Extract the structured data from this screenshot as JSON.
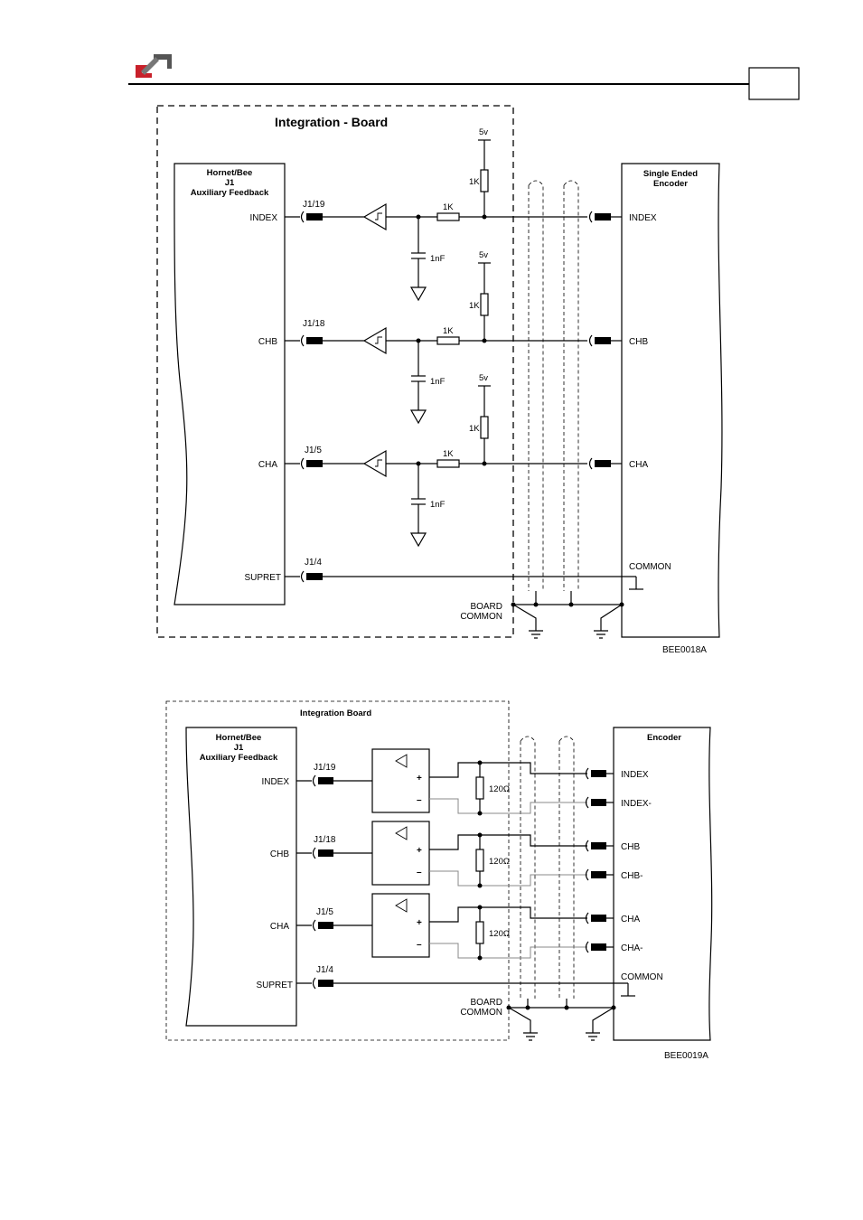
{
  "header": {
    "logo": "company-logo",
    "page_box": ""
  },
  "diagram1": {
    "board_title": "Integration - Board",
    "drive_block": [
      "Hornet/Bee",
      "J1",
      "Auxiliary Feedback"
    ],
    "encoder_block": [
      "Single Ended",
      "Encoder"
    ],
    "signals": [
      {
        "name": "INDEX",
        "pin": "J1/19"
      },
      {
        "name": "CHB",
        "pin": "J1/18"
      },
      {
        "name": "CHA",
        "pin": "J1/5"
      }
    ],
    "supret": {
      "name": "SUPRET",
      "pin": "J1/4"
    },
    "pullup_label": "5v",
    "resistor_label": "1K",
    "cap_label": "1nF",
    "common": "COMMON",
    "board_common": [
      "BOARD",
      "COMMON"
    ],
    "figure_id": "BEE0018A"
  },
  "diagram2": {
    "board_title": "Integration Board",
    "drive_block": [
      "Hornet/Bee",
      "J1",
      "Auxiliary Feedback"
    ],
    "encoder_title": "Encoder",
    "signals": [
      {
        "name": "INDEX",
        "pin": "J1/19",
        "pos": "INDEX",
        "neg": "INDEX-"
      },
      {
        "name": "CHB",
        "pin": "J1/18",
        "pos": "CHB",
        "neg": "CHB-"
      },
      {
        "name": "CHA",
        "pin": "J1/5",
        "pos": "CHA",
        "neg": "CHA-"
      }
    ],
    "supret": {
      "name": "SUPRET",
      "pin": "J1/4"
    },
    "term_label": "120Ω",
    "plus": "+",
    "minus": "–",
    "common": "COMMON",
    "board_common": [
      "BOARD",
      "COMMON"
    ],
    "figure_id": "BEE0019A"
  }
}
